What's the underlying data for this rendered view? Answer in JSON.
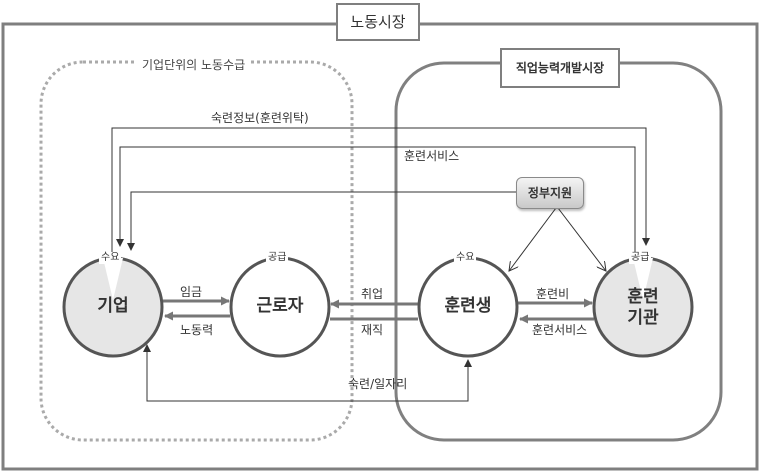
{
  "title": "노동시장",
  "regions": {
    "firm_level": {
      "label": "기업단위의 노동수급"
    },
    "vocational_market": {
      "label": "직업능력개발시장"
    }
  },
  "nodes": {
    "firm": {
      "label": "기업",
      "tag": "수요"
    },
    "worker": {
      "label": "근로자",
      "tag": "공급"
    },
    "trainee": {
      "label": "훈련생",
      "tag": "수요"
    },
    "institution": {
      "label_line1": "훈련",
      "label_line2": "기관",
      "tag": "공급"
    },
    "government": {
      "label": "정부지원"
    }
  },
  "flows": {
    "skill_info": "숙련정보(훈련위탁)",
    "training_service_top": "훈련서비스",
    "wage": "임금",
    "labor": "노동력",
    "employment": "취업",
    "incumbent": "재직",
    "training_fee": "훈련비",
    "training_service": "훈련서비스",
    "skill_jobs": "숙련/일자리"
  },
  "colors": {
    "outer_border": "#7f7f7f",
    "circle_stroke": "#555555",
    "circle_fill_shaded": "#e6e6e6",
    "arrow_gray": "#777777",
    "line_dark": "#333333",
    "dotted": "#aaaaaa"
  }
}
